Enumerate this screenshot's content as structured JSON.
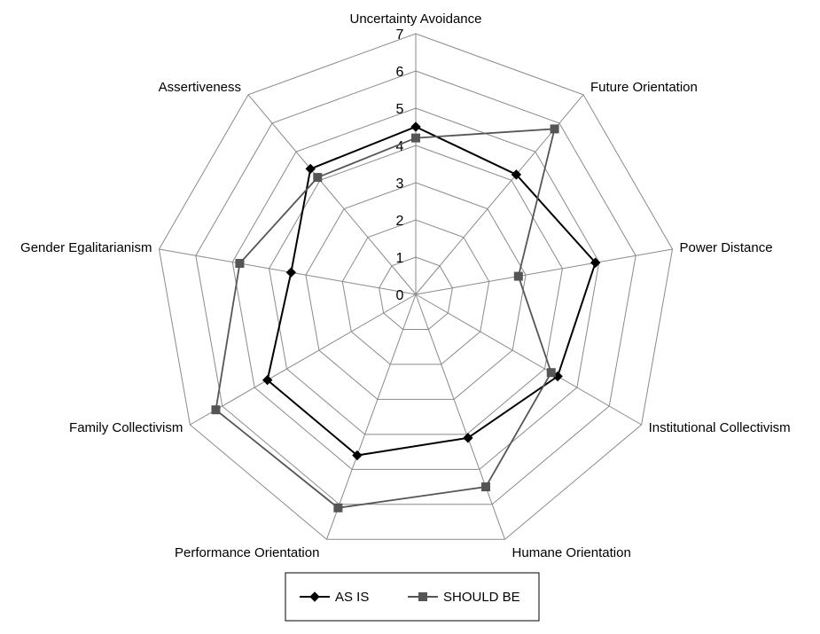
{
  "chart_data": {
    "type": "radar",
    "axes": [
      "Uncertainty Avoidance",
      "Future Orientation",
      "Power Distance",
      "Institutional Collectivism",
      "Humane Orientation",
      "Performance Orientation",
      "Family Collectivism",
      "Gender Egalitarianism",
      "Assertiveness"
    ],
    "scale": {
      "min": 0,
      "max": 7,
      "step": 1,
      "ticks": [
        "0",
        "1",
        "2",
        "3",
        "4",
        "5",
        "6",
        "7"
      ]
    },
    "series": [
      {
        "name": "AS IS",
        "color": "#000000",
        "marker": "diamond",
        "values": [
          4.5,
          4.2,
          4.9,
          4.4,
          4.1,
          4.6,
          4.6,
          3.4,
          4.4
        ]
      },
      {
        "name": "SHOULD BE",
        "color": "#555555",
        "marker": "square",
        "values": [
          4.2,
          5.8,
          2.8,
          4.2,
          5.5,
          6.1,
          6.2,
          4.8,
          4.1
        ]
      }
    ],
    "grid": true,
    "legend": "bottom"
  }
}
